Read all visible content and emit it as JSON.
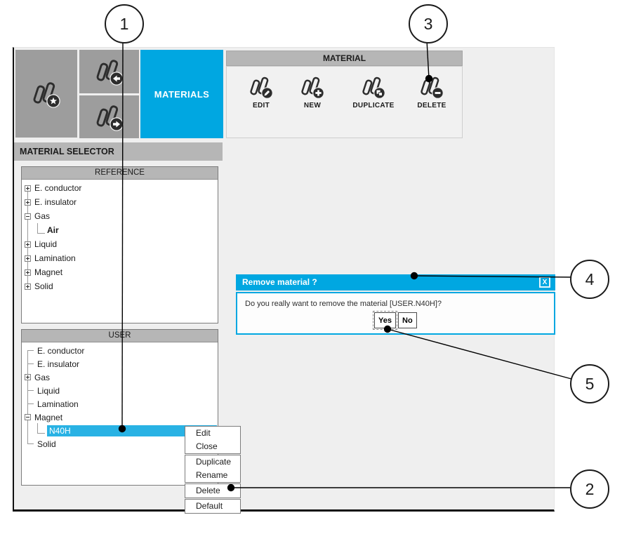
{
  "colors": {
    "accent_cyan": "#00a7e1",
    "selection_cyan": "#29b2e4",
    "tile_gray": "#9d9d9d",
    "header_gray": "#b6b6b6",
    "canvas_bg": "#efefef"
  },
  "toolbar": {
    "materials_tab_label": "MATERIALS",
    "tiles": [
      {
        "icon": "material-star-icon"
      },
      {
        "icon": "material-import-icon"
      },
      {
        "icon": "material-export-icon"
      }
    ]
  },
  "material_panel": {
    "title": "MATERIAL",
    "buttons": [
      {
        "label": "EDIT",
        "icon": "material-edit-icon"
      },
      {
        "label": "NEW",
        "icon": "material-new-icon"
      },
      {
        "label": "DUPLICATE",
        "icon": "material-duplicate-icon"
      },
      {
        "label": "DELETE",
        "icon": "material-delete-icon"
      }
    ]
  },
  "material_selector": {
    "title": "MATERIAL SELECTOR",
    "reference": {
      "title": "REFERENCE",
      "items": [
        {
          "label": "E. conductor",
          "expand": "plus"
        },
        {
          "label": "E. insulator",
          "expand": "plus"
        },
        {
          "label": "Gas",
          "expand": "minus"
        },
        {
          "label": "Air",
          "child": true,
          "bold": true
        },
        {
          "label": "Liquid",
          "expand": "plus"
        },
        {
          "label": "Lamination",
          "expand": "plus"
        },
        {
          "label": "Magnet",
          "expand": "plus"
        },
        {
          "label": "Solid",
          "expand": "plus"
        }
      ]
    },
    "user": {
      "title": "USER",
      "items": [
        {
          "label": "E. conductor"
        },
        {
          "label": "E. insulator"
        },
        {
          "label": "Gas",
          "expand": "plus"
        },
        {
          "label": "Liquid"
        },
        {
          "label": "Lamination"
        },
        {
          "label": "Magnet",
          "expand": "minus"
        },
        {
          "label": "N40H",
          "child": true,
          "selected": true
        },
        {
          "label": "Solid"
        }
      ]
    }
  },
  "context_menu": {
    "groups": [
      [
        "Edit",
        "Close"
      ],
      [
        "Duplicate",
        "Rename"
      ],
      [
        "Delete"
      ],
      [
        "Default"
      ]
    ]
  },
  "dialog": {
    "title": "Remove material ?",
    "close_icon": "X",
    "message": "Do you really want to remove the material [USER.N40H]?",
    "yes_label": "Yes",
    "no_label": "No"
  },
  "callouts": [
    "1",
    "2",
    "3",
    "4",
    "5"
  ]
}
